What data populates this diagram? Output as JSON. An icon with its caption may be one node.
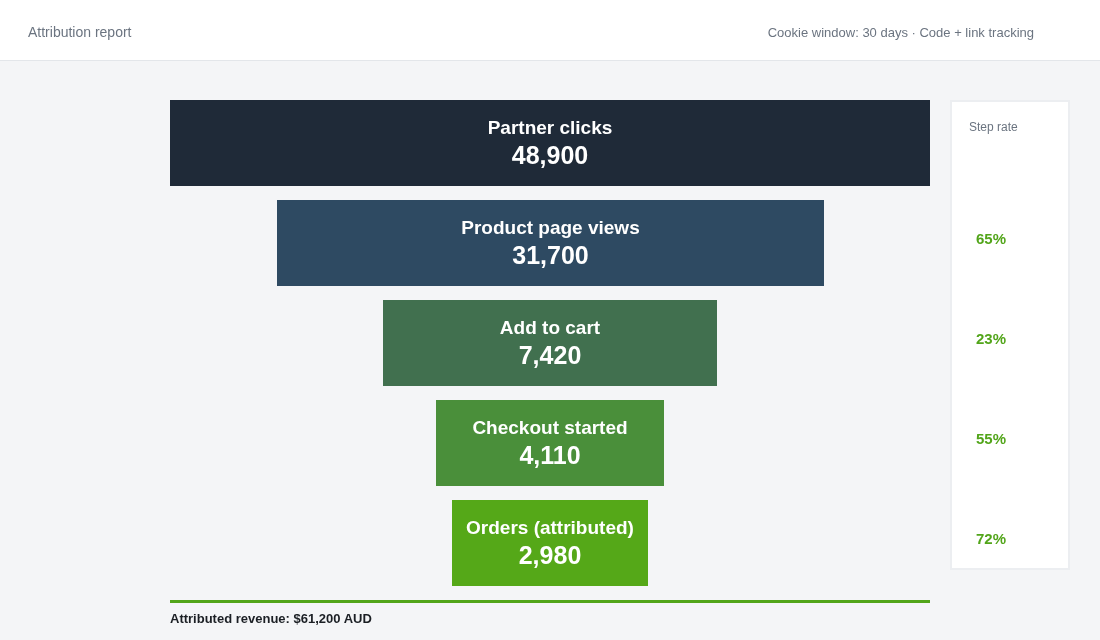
{
  "diagram": {
    "title": "Attribution report",
    "nodes": [
      {
        "text": [
          "Partner clicks",
          "48,900"
        ]
      },
      {
        "text": [
          "Product page views",
          "31,700"
        ]
      },
      {
        "text": [
          "Add to cart",
          "7,420"
        ]
      },
      {
        "text": [
          "Checkout started",
          "4,110"
        ]
      },
      {
        "text": [
          "Orders (attributed)",
          "2,980"
        ]
      },
      {
        "text": [
          "Step rate",
          "65%",
          "23%",
          "55%",
          "72%"
        ]
      }
    ],
    "edges": [],
    "labels": [
      "Cookie window: 30 days · Code + link tracking"
    ],
    "caption": "Attributed revenue: $61,200 AUD"
  }
}
